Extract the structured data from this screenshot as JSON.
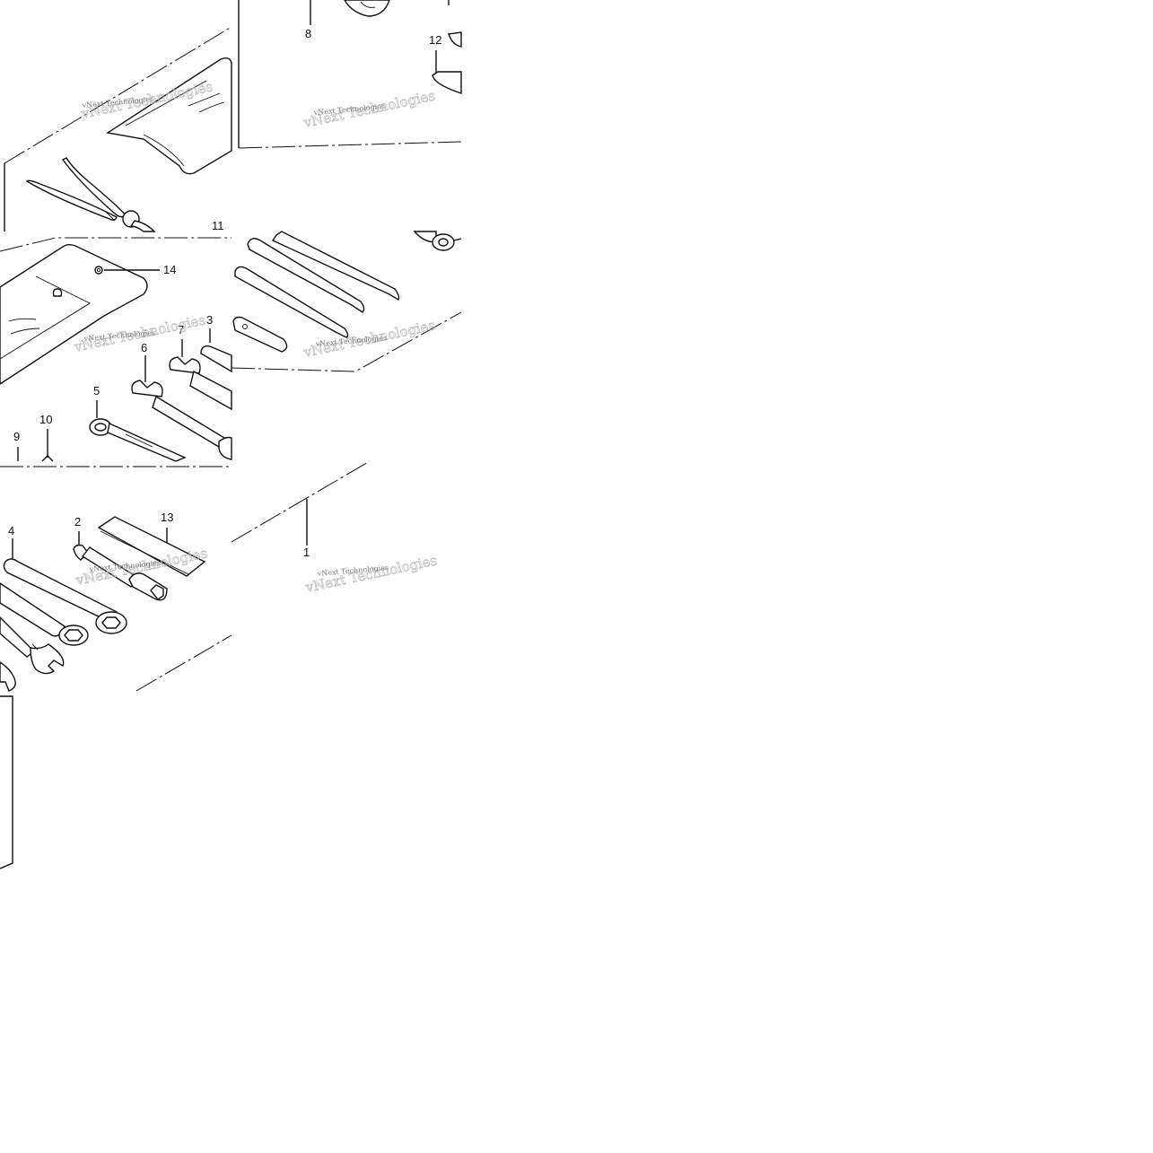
{
  "callouts": {
    "c1": "1",
    "c2": "2",
    "c3": "3",
    "c4": "4",
    "c5": "5",
    "c6": "6",
    "c7": "7",
    "c8": "8",
    "c9": "9",
    "c10": "10",
    "c11": "11",
    "c12": "12",
    "c13": "13",
    "c14": "14"
  },
  "watermark": {
    "small": "vNext Technologies",
    "large": "vNext Technologies"
  }
}
